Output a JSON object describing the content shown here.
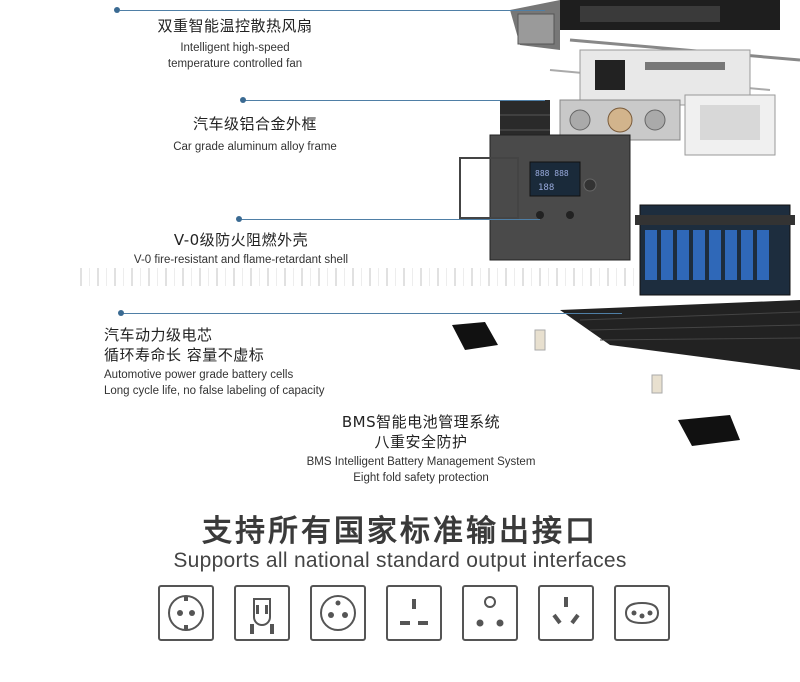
{
  "features": [
    {
      "cn": "双重智能温控散热风扇",
      "en1": "Intelligent high-speed",
      "en2": "temperature controlled fan"
    },
    {
      "cn": "汽车级铝合金外框",
      "en1": "Car grade aluminum alloy frame"
    },
    {
      "cn": "V-0级防火阻燃外壳",
      "en1": "V-0 fire-resistant and flame-retardant shell"
    },
    {
      "cn1": "汽车动力级电芯",
      "cn2": "循环寿命长 容量不虚标",
      "en1": "Automotive power grade battery cells",
      "en2": "Long cycle life, no false labeling of capacity"
    },
    {
      "cn1": "BMS智能电池管理系统",
      "cn2": "八重安全防护",
      "en1": "BMS Intelligent Battery Management System",
      "en2": "Eight fold safety protection"
    }
  ],
  "output_section": {
    "title": "支持所有国家标准输出接口",
    "subtitle": "Supports all national standard output interfaces"
  },
  "sockets": [
    {
      "icon": "schuko-socket-icon"
    },
    {
      "icon": "us-socket-icon"
    },
    {
      "icon": "french-socket-icon"
    },
    {
      "icon": "uk-socket-icon"
    },
    {
      "icon": "south-africa-socket-icon"
    },
    {
      "icon": "australia-socket-icon"
    },
    {
      "icon": "brazil-socket-icon"
    }
  ],
  "colors": {
    "leader": "#4f7fa6",
    "dot": "#3a6a92",
    "text": "#222222"
  }
}
